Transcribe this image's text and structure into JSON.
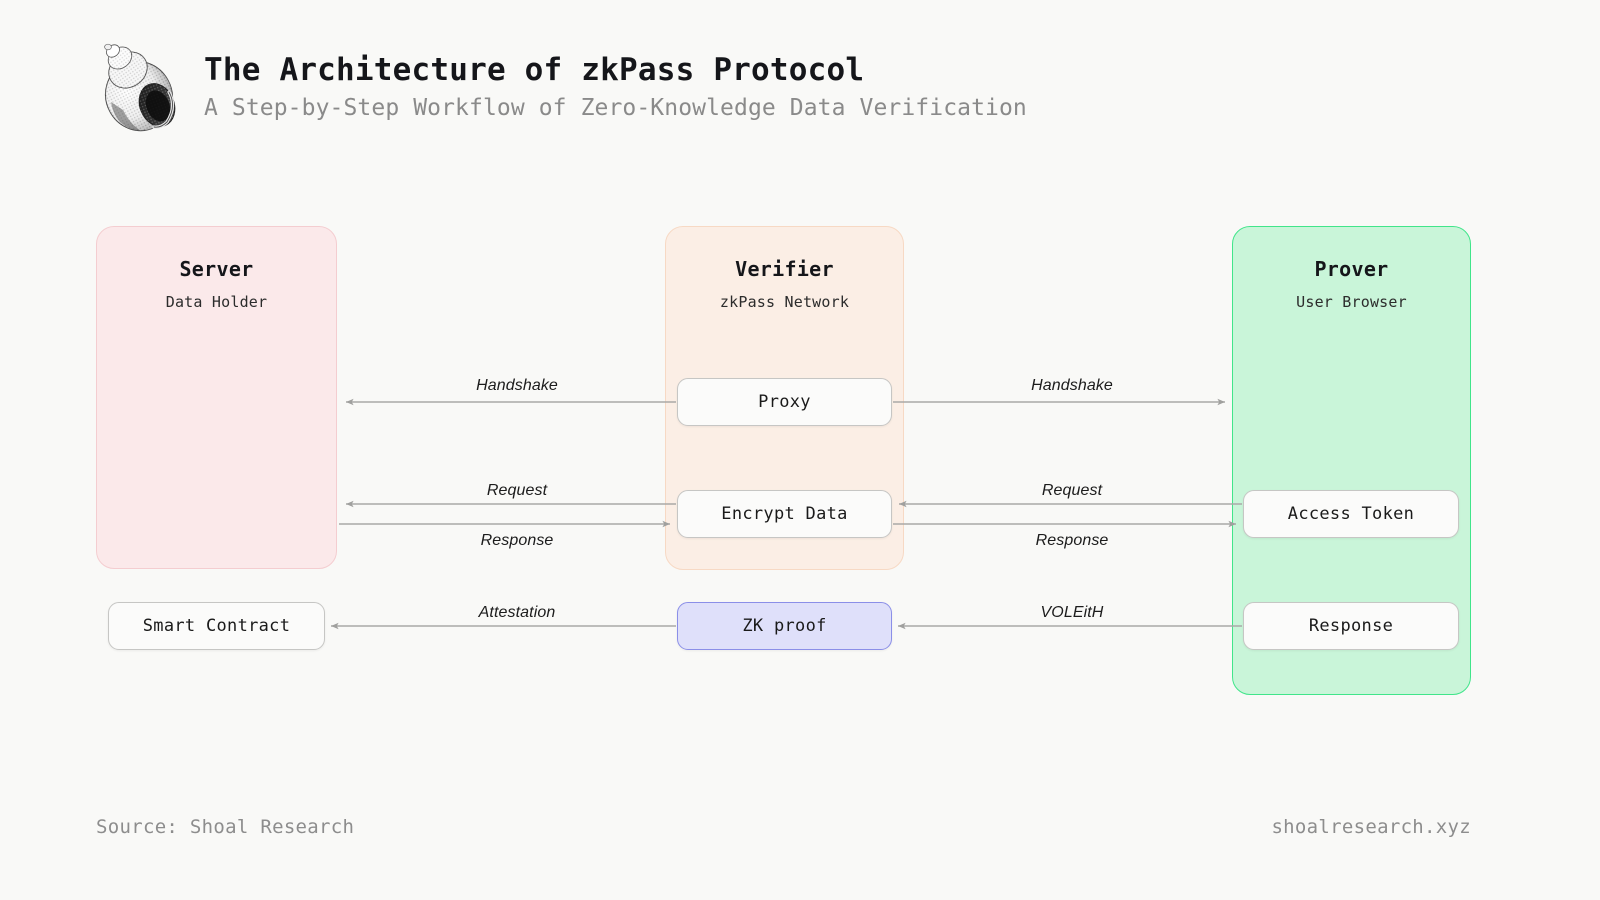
{
  "header": {
    "logo_icon": "snail-shell-icon",
    "title": "The Architecture of zkPass Protocol",
    "subtitle": "A Step-by-Step Workflow of Zero-Knowledge Data Verification"
  },
  "lanes": [
    {
      "key": "server",
      "title": "Server",
      "subtitle": "Data Holder",
      "fill": "#fbe9ea",
      "border": "#f4cdd0"
    },
    {
      "key": "verifier",
      "title": "Verifier",
      "subtitle": "zkPass Network",
      "fill": "#fbeee5",
      "border": "#f7d9c4"
    },
    {
      "key": "prover",
      "title": "Prover",
      "subtitle": "User Browser",
      "fill": "#c9f5d9",
      "border": "#41e58a"
    }
  ],
  "nodes": {
    "proxy": "Proxy",
    "encrypt_data": "Encrypt Data",
    "zk_proof": "ZK proof",
    "smart_contract": "Smart Contract",
    "access_token": "Access Token",
    "response": "Response"
  },
  "edges": [
    {
      "key": "handshake_left",
      "label": "Handshake",
      "from": "proxy",
      "to": "server",
      "direction": "left"
    },
    {
      "key": "handshake_right",
      "label": "Handshake",
      "from": "proxy",
      "to": "prover",
      "direction": "right"
    },
    {
      "key": "request_left",
      "label": "Request",
      "from": "encrypt_data",
      "to": "server",
      "direction": "left"
    },
    {
      "key": "response_left",
      "label": "Response",
      "from": "server",
      "to": "encrypt_data",
      "direction": "right"
    },
    {
      "key": "request_right",
      "label": "Request",
      "from": "access_token",
      "to": "encrypt_data",
      "direction": "left"
    },
    {
      "key": "response_right",
      "label": "Response",
      "from": "encrypt_data",
      "to": "access_token",
      "direction": "right"
    },
    {
      "key": "attestation",
      "label": "Attestation",
      "from": "zk_proof",
      "to": "smart_contract",
      "direction": "left"
    },
    {
      "key": "voleith",
      "label": "VOLEitH",
      "from": "response",
      "to": "zk_proof",
      "direction": "left"
    }
  ],
  "footer": {
    "source": "Source: Shoal Research",
    "site": "shoalresearch.xyz"
  },
  "colors": {
    "background": "#f9f9f7",
    "title_text": "#15161a",
    "subtitle_text": "#8a8a8a",
    "wire": "#a9a9a7",
    "node_fill": "#fbfbfa",
    "node_border": "#c6c6c4",
    "zk_fill": "#dfe0fa",
    "zk_border": "#8b8fe8",
    "footer_text": "#8d8d8d"
  }
}
